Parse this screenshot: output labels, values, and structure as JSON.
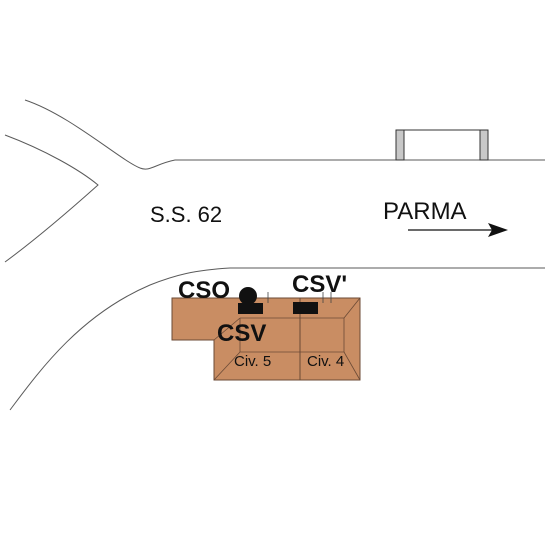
{
  "road": {
    "name": "S.S. 62",
    "direction_label": "PARMA"
  },
  "markers": {
    "cso_label": "CSO",
    "csv_label": "CSV",
    "csv_prime_label": "CSV'"
  },
  "buildings": {
    "civ5_label": "Civ. 5",
    "civ4_label": "Civ. 4"
  },
  "colors": {
    "building_fill": "#c98d63",
    "building_stroke": "#6b4a36",
    "marker_fill": "#111111",
    "road_line": "#5a5a5a",
    "bridge_fill": "#c8c8c8"
  }
}
